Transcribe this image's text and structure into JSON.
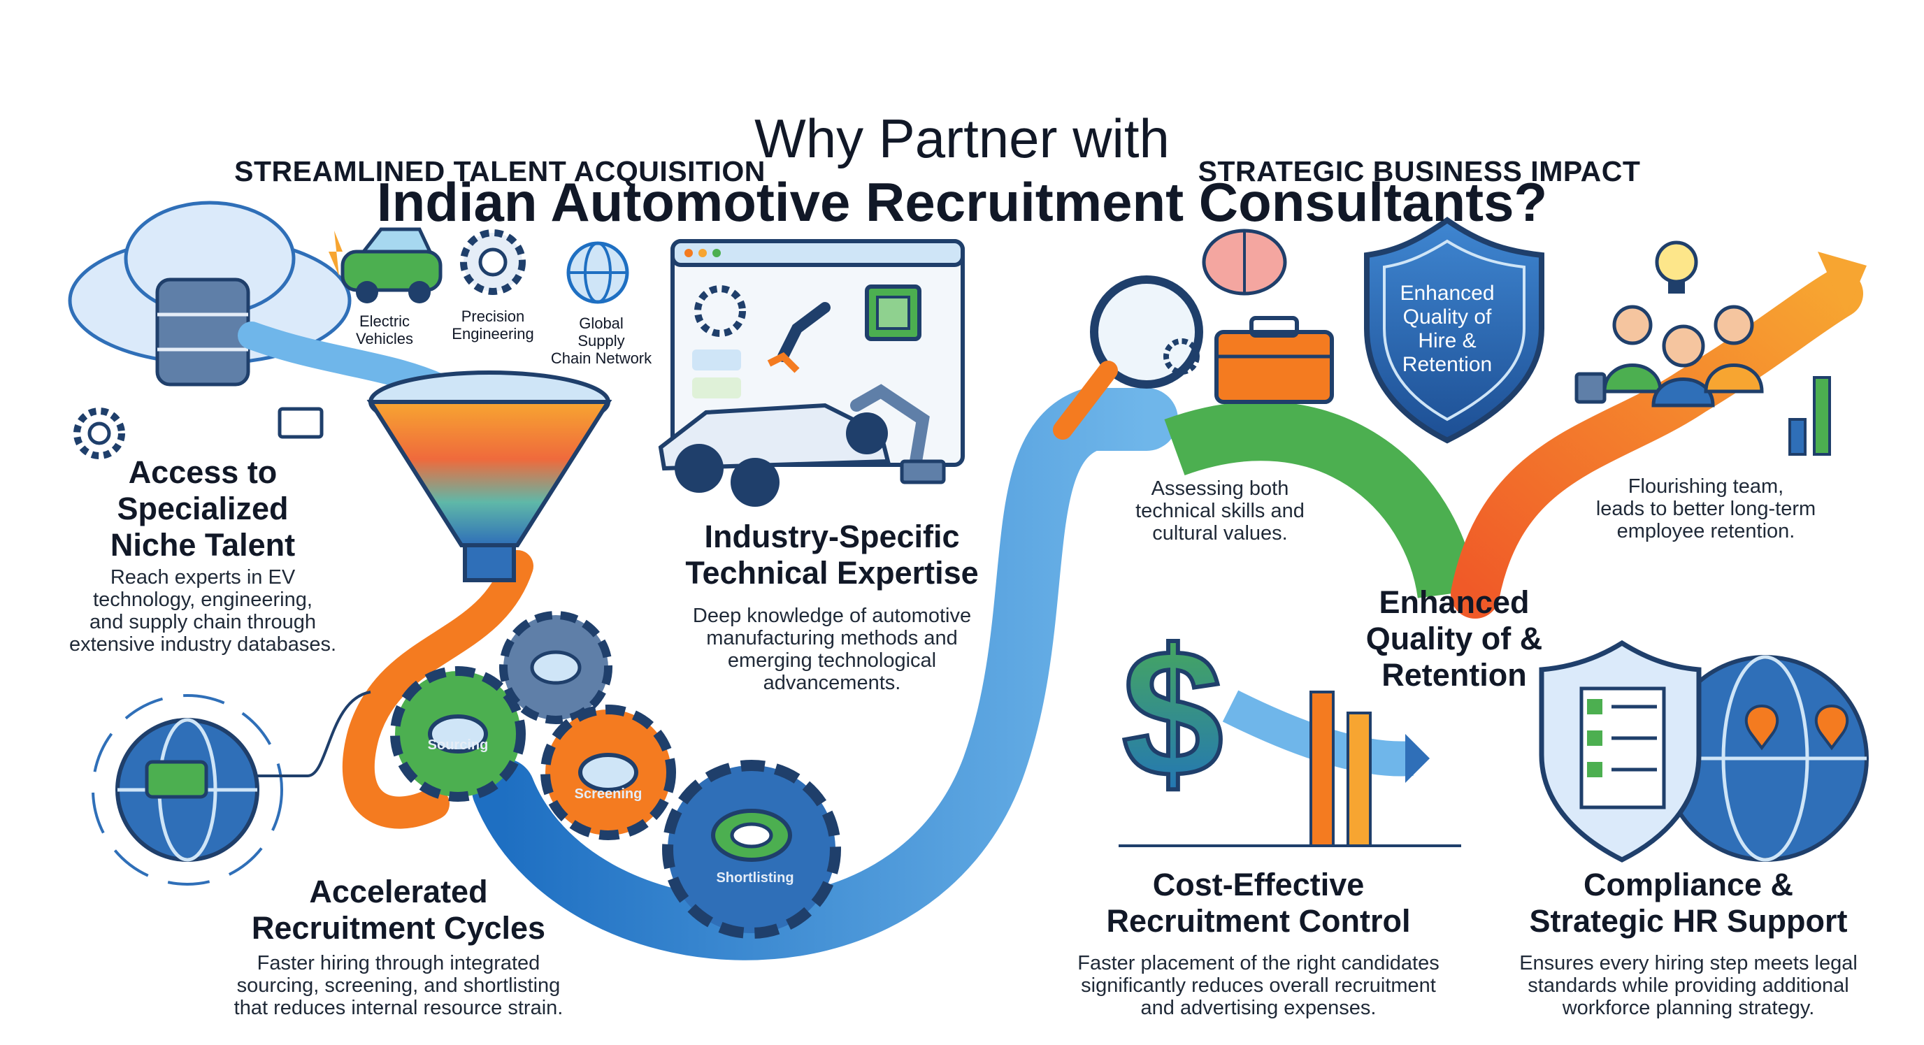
{
  "title": {
    "prefix": "Why Partner with",
    "emphasis": "Indian Automotive Recruitment Consultants?"
  },
  "sections": {
    "left": "STREAMLINED TALENT ACQUISITION",
    "right": "STRATEGIC BUSINESS IMPACT"
  },
  "small_labels": {
    "ev": "Electric\nVehicles",
    "precision": "Precision\nEngineering",
    "supply": "Global\nSupply\nChain Network"
  },
  "gears": {
    "sourcing": "Sourcing",
    "screening": "Screening",
    "shortlisting": "Shortlisting"
  },
  "blocks": {
    "niche": {
      "heading": "Access to\nSpecialized\nNiche Talent",
      "text": "Reach experts in EV\ntechnology, engineering,\nand supply chain through\nextensive industry databases."
    },
    "expertise": {
      "heading": "Industry-Specific\nTechnical Expertise",
      "text": "Deep knowledge of automotive\nmanufacturing methods and\nemerging technological\nadvancements."
    },
    "cycles": {
      "heading": "Accelerated\nRecruitment Cycles",
      "text": "Faster hiring through integrated\nsourcing, screening, and shortlisting\nthat reduces internal resource strain."
    },
    "assessing": {
      "text": "Assessing both\ntechnical skills and\ncultural values."
    },
    "flourishing": {
      "text": "Flourishing team,\nleads to better long-term\nemployee retention."
    },
    "quality": {
      "heading": "Enhanced\nQuality of &\nRetention",
      "shield": "Enhanced\nQuality of\nHire &\nRetention"
    },
    "cost": {
      "heading": "Cost-Effective\nRecruitment Control",
      "text": "Faster placement of the right candidates\nsignificantly reduces overall recruitment\nand advertising expenses."
    },
    "compliance": {
      "heading": "Compliance &\nStrategic HR Support",
      "text": "Ensures every hiring step meets legal\nstandards while providing additional\nworkforce planning strategy."
    }
  },
  "colors": {
    "ink": "#111827",
    "blue": "#2f6fb8",
    "orange": "#f47b20",
    "green": "#4caf50",
    "teal": "#1aa3a3"
  },
  "icons": [
    "cloud-database-icon",
    "ev-car-icon",
    "gear-icon",
    "globe-icon",
    "funnel-icon",
    "browser-window-icon",
    "robot-arm-icon",
    "magnifier-icon",
    "brain-icon",
    "briefcase-icon",
    "shield-icon",
    "team-icon",
    "lightbulb-icon",
    "growth-arrow-icon",
    "dollar-icon",
    "checklist-shield-icon",
    "map-pin-globe-icon"
  ]
}
